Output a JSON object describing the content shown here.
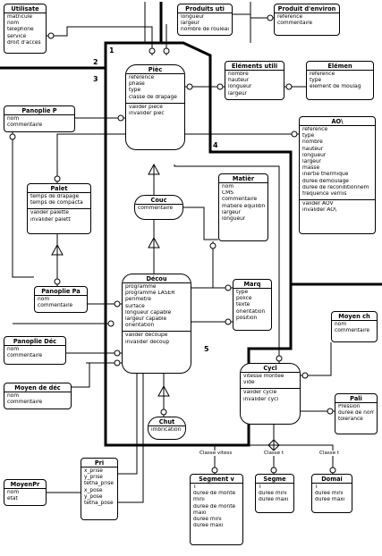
{
  "zones": [
    "1",
    "2",
    "3",
    "4",
    "5"
  ],
  "boxes": {
    "utilisateur": {
      "title": "Utilisate",
      "sections": [
        [
          "matricule",
          "nom",
          "téléphone",
          "service",
          "droit d'accès"
        ]
      ]
    },
    "produits_utilises": {
      "title": "Produits uti",
      "sections": [
        [
          "longueur",
          "largeur",
          "nombre de rouleau"
        ]
      ]
    },
    "produit_environnement": {
      "title": "Produit d'environ",
      "sections": [
        [
          "référence",
          "commentaire"
        ]
      ]
    },
    "piece": {
      "title": "Pièc",
      "sections": [
        [
          "référence",
          "phase",
          "type",
          "classe de drapage"
        ],
        [
          "valider pièce",
          "invalider pièc"
        ]
      ]
    },
    "elements_utilises": {
      "title": "Eléments utili",
      "sections": [
        [
          "nombre",
          "hauteur",
          "longueur",
          "largeur"
        ]
      ]
    },
    "element": {
      "title": "Elémen",
      "sections": [
        [
          "référence",
          "type",
          "élément de moulag"
        ]
      ]
    },
    "panoplie_p": {
      "title": "Panoplie P",
      "sections": [
        [
          "nom",
          "commentaire"
        ]
      ]
    },
    "aoi": {
      "title": "AO\\",
      "sections": [
        [
          "référence",
          "type",
          "nombre",
          "hauteur",
          "longueur",
          "largeur",
          "masse",
          "inertie thermique",
          "durée démoulage",
          "durée de reconditionnem",
          "fréquence vernis"
        ],
        [
          "valider AOV",
          "invalider AO\\"
        ]
      ]
    },
    "palette": {
      "title": "Palet",
      "sections": [
        [
          "temps de drapage",
          "temps de compacta"
        ],
        [
          "valider palette",
          "invalider palett"
        ]
      ]
    },
    "couche": {
      "title": "Couc",
      "sections": [
        [
          "commentaire"
        ]
      ]
    },
    "matiere": {
      "title": "Matièr",
      "sections": [
        [
          "nom",
          "CMS",
          "commentaire",
          "matière équilibre",
          "largeur",
          "longueur"
        ]
      ]
    },
    "panoplie_pal": {
      "title": "Panoplie Pa",
      "sections": [
        [
          "nom",
          "commentaire"
        ]
      ]
    },
    "decoupe": {
      "title": "Décou",
      "sections": [
        [
          "programme",
          "programme LASER",
          "périmètre",
          "surface",
          "longueur capable",
          "largeur capable",
          "orientation"
        ],
        [
          "valider découpe",
          "invalider découp"
        ]
      ]
    },
    "marquage": {
      "title": "Marq",
      "sections": [
        [
          "type",
          "police",
          "texte",
          "orientation",
          "position"
        ]
      ]
    },
    "moyen_ch": {
      "title": "Moyen ch",
      "sections": [
        [
          "nom",
          "commentaire"
        ]
      ]
    },
    "panoplie_dec": {
      "title": "Panoplie Déc",
      "sections": [
        [
          "nom",
          "commentaire"
        ]
      ]
    },
    "moyen_dec": {
      "title": "Moyen de déc",
      "sections": [
        [
          "nom",
          "commentaire"
        ]
      ]
    },
    "cycle": {
      "title": "Cycl",
      "sections": [
        [
          "vitesse montée",
          "vide"
        ],
        [
          "valider cycle",
          "invalider cycl"
        ]
      ]
    },
    "palier": {
      "title": "Pali",
      "sections": [
        [
          "Pression",
          "durée de nominal",
          "tolérance"
        ]
      ]
    },
    "chute": {
      "title": "Chut",
      "sections": [
        [
          "imbrication"
        ]
      ]
    },
    "moyen_pr": {
      "title": "MoyenPr",
      "sections": [
        [
          "nom",
          "état"
        ]
      ]
    },
    "prise": {
      "title": "Pri",
      "sections": [
        [
          "x_prise",
          "y_prise",
          "tetha_prise",
          "x_pose",
          "y_pose",
          "tetha_pose"
        ]
      ]
    },
    "segment_v": {
      "title": "Segment v",
      "sections": [
        [
          "T",
          "durée de monté",
          "mini",
          "durée de monté",
          "maxi",
          "durée mini",
          "durée maxi"
        ]
      ]
    },
    "segment": {
      "title": "Segme",
      "sections": [
        [
          "T",
          "durée mini",
          "durée maxi"
        ]
      ]
    },
    "domaine": {
      "title": "Domai",
      "sections": [
        [
          "T",
          "durée mini",
          "durée maxi"
        ]
      ]
    }
  },
  "relation_labels": [
    "Classe vitess",
    "Classe t",
    "Classe t"
  ]
}
